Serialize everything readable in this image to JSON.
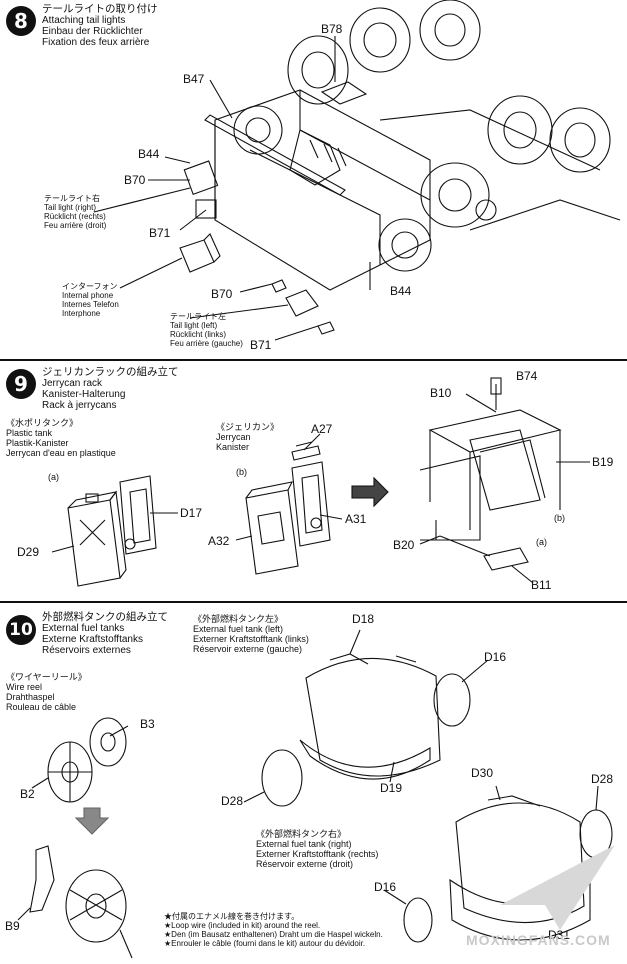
{
  "step8": {
    "number": "8",
    "title_jp": "テールライトの取り付け",
    "title_en": "Attaching tail lights",
    "title_de": "Einbau der Rücklichter",
    "title_fr": "Fixation des feux arrière",
    "parts": {
      "b78": "B78",
      "b47": "B47",
      "b44a": "B44",
      "b70a": "B70",
      "b71a": "B71",
      "b70b": "B70",
      "b44b": "B44",
      "b71b": "B71"
    },
    "taillight_right": {
      "jp": "テールライト右",
      "en": "Tail light (right)",
      "de": "Rücklicht (rechts)",
      "fr": "Feu arrière (droit)"
    },
    "interphone": {
      "jp": "インターフォン",
      "en": "Internal phone",
      "de": "Internes Telefon",
      "fr": "Interphone"
    },
    "taillight_left": {
      "jp": "テールライト左",
      "en": "Tail light (left)",
      "de": "Rücklicht (links)",
      "fr": "Feu arrière (gauche)"
    }
  },
  "step9": {
    "number": "9",
    "title_jp": "ジェリカンラックの組み立て",
    "title_en": "Jerrycan rack",
    "title_de": "Kanister-Halterung",
    "title_fr": "Rack à jerrycans",
    "plastic_tank": {
      "jp": "《水ポリタンク》",
      "en": "Plastic tank",
      "de": "Plastik-Kanister",
      "fr": "Jerrycan d'eau en plastique"
    },
    "jerrycan": {
      "jp": "《ジェリカン》",
      "en": "Jerrycan",
      "de": "Kanister"
    },
    "marks": {
      "a": "(a)",
      "b": "(b)",
      "b_right": "(b)",
      "a_right": "(a)"
    },
    "parts": {
      "d17": "D17",
      "d29": "D29",
      "a27": "A27",
      "a31": "A31",
      "a32": "A32",
      "b10": "B10",
      "b74": "B74",
      "b19": "B19",
      "b20": "B20",
      "b11": "B11"
    }
  },
  "step10": {
    "number": "10",
    "title_jp": "外部燃料タンクの組み立て",
    "title_en": "External fuel tanks",
    "title_de": "Externe Kraftstofftanks",
    "title_fr": "Réservoirs externes",
    "wire_reel": {
      "jp": "《ワイヤーリール》",
      "en": "Wire reel",
      "de": "Drahthaspel",
      "fr": "Rouleau de câble"
    },
    "tank_left": {
      "jp": "《外部燃料タンク左》",
      "en": "External fuel tank (left)",
      "de": "Externer Kraftstofftank (links)",
      "fr": "Réservoir externe (gauche)"
    },
    "tank_right": {
      "jp": "《外部燃料タンク右》",
      "en": "External fuel tank (right)",
      "de": "Externer Kraftstofftank (rechts)",
      "fr": "Réservoir externe (droit)"
    },
    "note": {
      "jp": "★付属のエナメル線を巻き付けます。",
      "en": "★Loop wire (included in kit) around the reel.",
      "de": "★Den (im Bausatz enthaltenen) Draht um die Haspel wickeln.",
      "fr": "★Enrouler le câble (fourni dans le kit) autour du dévidoir."
    },
    "parts": {
      "b3": "B3",
      "b2": "B2",
      "b9": "B9",
      "d18": "D18",
      "d16a": "D16",
      "d19": "D19",
      "d28a": "D28",
      "d30": "D30",
      "d28b": "D28",
      "d16b": "D16",
      "d31": "D31"
    }
  },
  "watermark": "MOXINGFANS.COM"
}
